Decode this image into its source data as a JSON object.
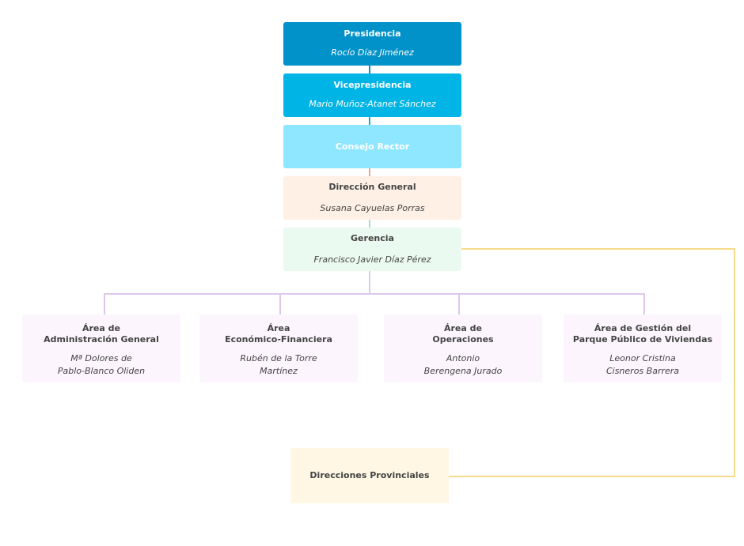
{
  "org": {
    "presidencia": {
      "title": "Presidencia",
      "person": "Rocío Díaz Jiménez"
    },
    "vicepresidencia": {
      "title": "Vicepresidencia",
      "person": "Mario Muñoz-Atanet Sánchez"
    },
    "consejo": {
      "title": "Consejo Rector"
    },
    "direccion": {
      "title": "Dirección General",
      "person": "Susana Cayuelas Porras"
    },
    "gerencia": {
      "title": "Gerencia",
      "person": "Francisco Javier Díaz Pérez"
    },
    "areas": [
      {
        "title": "Área de\nAdministración General",
        "person": "Mª Dolores de\nPablo-Blanco Oliden"
      },
      {
        "title": "Área\nEconómico-Financiera",
        "person": "Rubén de la Torre\nMartínez"
      },
      {
        "title": "Área de\nOperaciones",
        "person": "Antonio\nBerengena Jurado"
      },
      {
        "title": "Área de Gestión del\nParque Público de Viviendas",
        "person": "Leonor Cristina\nCisneros Barrera"
      }
    ],
    "provinciales": {
      "title": "Direcciones Provinciales"
    }
  },
  "colors": {
    "presidencia": "#0092c8",
    "vicepresidencia": "#00b4e6",
    "consejo": "#8fe7ff",
    "direccion": "#fff0e6",
    "gerencia": "#ebfaf0",
    "areas": "#fcf5fd",
    "provinciales": "#fff7e3",
    "line_blue": "#0092c8",
    "line_orange": "#f4a37f",
    "line_green": "#a8dcc0",
    "line_purple": "#ddc8ec",
    "line_yellow": "#f6dc8a"
  }
}
